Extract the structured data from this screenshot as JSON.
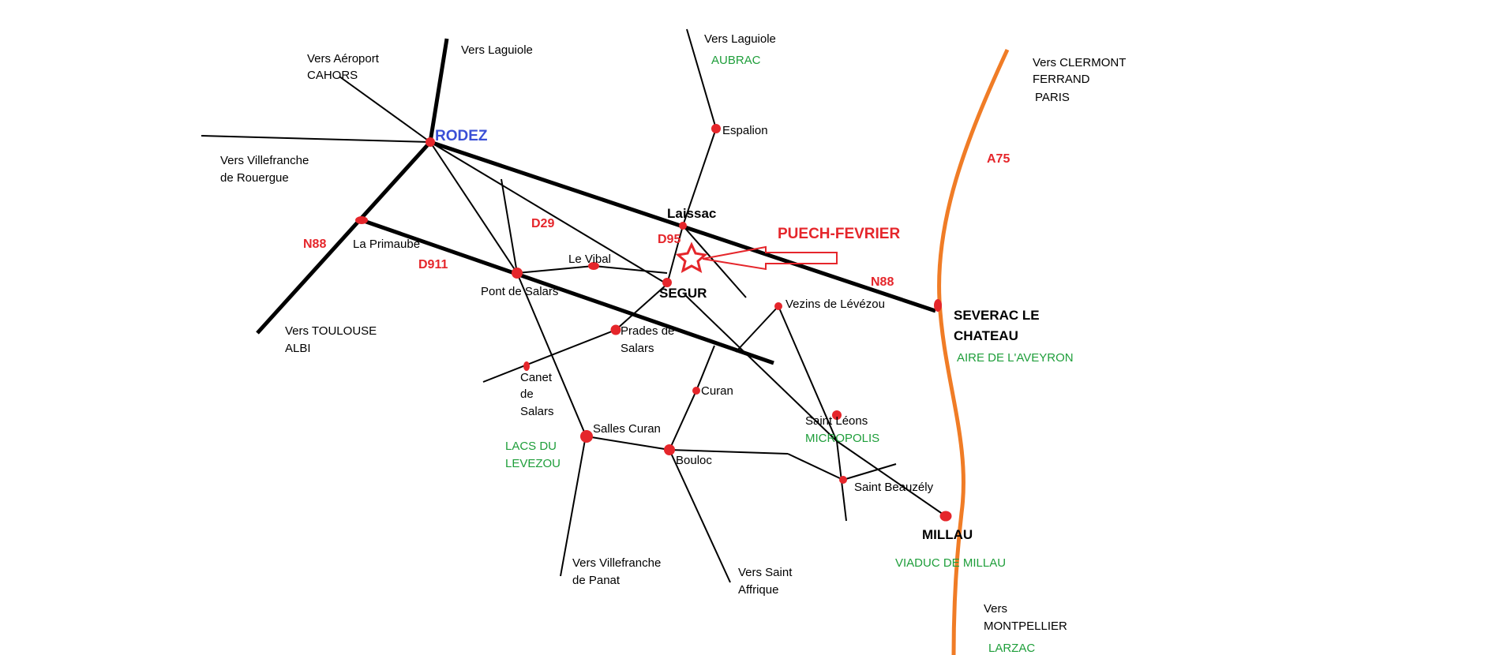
{
  "colors": {
    "road": "#000000",
    "town_dot": "#e5262b",
    "road_number": "#e5262b",
    "motorway": "#f07c26",
    "poi_green": "#1e9e3a",
    "rodez_blue": "#3a4fd6",
    "marker": "#e5262b"
  },
  "cities": {
    "rodez": "RODEZ",
    "segur": "SEGUR",
    "laissac": "Laissac",
    "severac_1": "SEVERAC LE",
    "severac_2": "CHATEAU",
    "millau": "MILLAU"
  },
  "towns": {
    "espalion": "Espalion",
    "la_primaube": "La Primaube",
    "le_vibal": "Le Vibal",
    "pont_de_salars": "Pont de Salars",
    "prades_1": "Prades de",
    "prades_2": "Salars",
    "canet_1": "Canet",
    "canet_2": "de",
    "canet_3": "Salars",
    "vezins": "Vezins de Lévézou",
    "curan": "Curan",
    "salles_curan": "Salles Curan",
    "bouloc": "Bouloc",
    "saint_leons": "Saint Léons",
    "saint_beauzely": "Saint Beauzély"
  },
  "directions": {
    "laguiole_w": "Vers Laguiole",
    "aeroport_1": "Vers Aéroport",
    "aeroport_2": "CAHORS",
    "villefranche_r_1": "Vers Villefranche",
    "villefranche_r_2": "de Rouergue",
    "toulouse_1": "Vers TOULOUSE",
    "toulouse_2": "ALBI",
    "laguiole_e": "Vers Laguiole",
    "clermont_1": "Vers CLERMONT",
    "clermont_2": "FERRAND",
    "clermont_3": "PARIS",
    "villefranche_p_1": "Vers Villefranche",
    "villefranche_p_2": "de Panat",
    "st_affrique_1": "Vers Saint",
    "st_affrique_2": "Affrique",
    "montpellier_1": "Vers",
    "montpellier_2": "MONTPELLIER"
  },
  "points_of_interest": {
    "aubrac": "AUBRAC",
    "aire_aveyron": "AIRE DE L'AVEYRON",
    "lacs_1": "LACS DU",
    "lacs_2": "LEVEZOU",
    "micropolis": "MICROPOLIS",
    "viaduc": "VIADUC DE MILLAU",
    "larzac": "LARZAC"
  },
  "roads": {
    "n88_w": "N88",
    "n88_e": "N88",
    "d911": "D911",
    "d29": "D29",
    "d95": "D95",
    "a75": "A75"
  },
  "marker": {
    "label": "PUECH-FEVRIER",
    "icon": "star-marker-icon"
  }
}
